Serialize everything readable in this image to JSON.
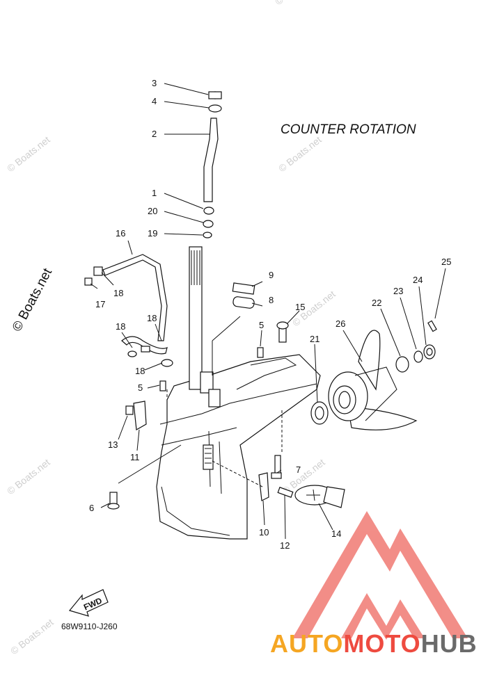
{
  "title": "COUNTER  ROTATION",
  "drawing_code": "68W9110-J260",
  "fwd_label": "FWD",
  "watermark_text": "© Boats.net",
  "logo_text": {
    "part1": "AUTO",
    "part2": "MOTO",
    "part3": "HUB"
  },
  "colors": {
    "logo_orange": "#f5a623",
    "logo_red": "#ee4b40",
    "logo_gray": "#6a6a6a",
    "triangle_red": "#f07a73",
    "watermark": "#cfcfcf"
  },
  "callouts": [
    "1",
    "2",
    "3",
    "4",
    "5",
    "6",
    "7",
    "8",
    "9",
    "10",
    "11",
    "12",
    "13",
    "14",
    "15",
    "16",
    "17",
    "18",
    "19",
    "20",
    "21",
    "22",
    "23",
    "24",
    "25",
    "26"
  ],
  "callouts_repeated": [
    "5",
    "18",
    "18",
    "18"
  ]
}
